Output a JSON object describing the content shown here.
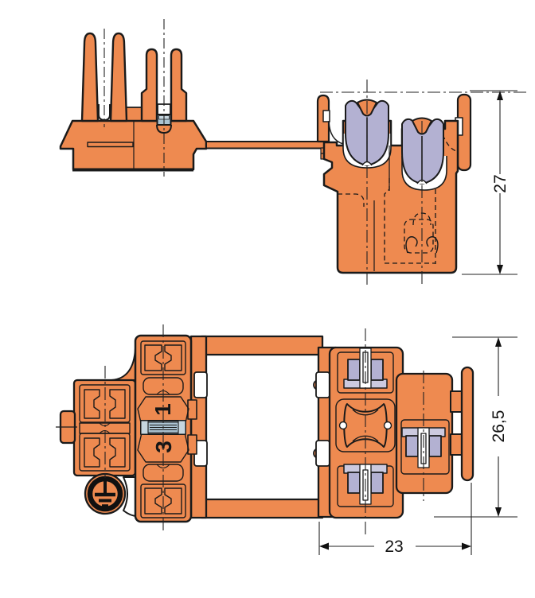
{
  "drawing": {
    "kind": "technical-drawing",
    "description": "Three-view dimensional drawing of an orange 3-pole snap-in connector with spring clamps",
    "views": {
      "side": "side-view",
      "section": "section-view",
      "plan": "plan-view"
    }
  },
  "dimensions": {
    "section_height": "27",
    "plan_height": "26,5",
    "plan_width": "23"
  },
  "pole_labels": {
    "pole_top": "1",
    "pole_bottom": "3"
  },
  "symbols": {
    "ground": "protective-earth-icon"
  },
  "colors": {
    "body_orange": "#EE8A50",
    "clamp_lavender": "#B3B1D2",
    "clamp_lavender_light": "#CCCADF",
    "metal_gray": "#ABC3D2",
    "metal_gray_light": "#C6D6DF",
    "outline": "#1A1A1A",
    "dim_line": "#222222",
    "background": "#FFFFFF"
  }
}
